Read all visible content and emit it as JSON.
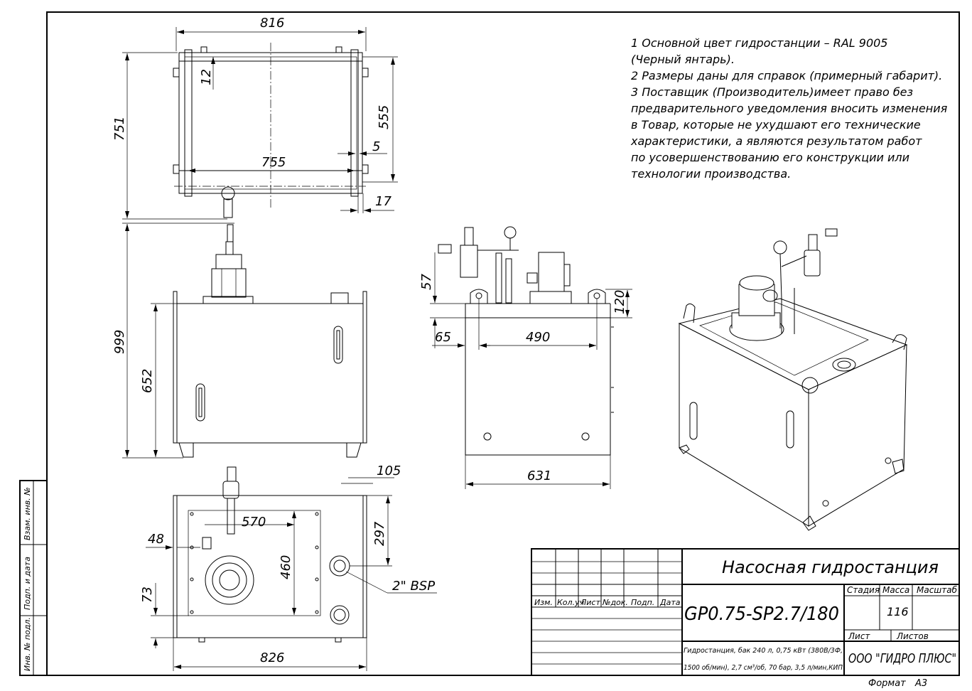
{
  "notes": [
    "1 Основной цвет гидростанции – RAL 9005",
    " (Черный янтарь).",
    "2 Размеры даны для справок (примерный габарит).",
    "3 Поставщик (Производитель)имеет право без",
    "предварительного уведомления вносить изменения",
    "в Товар, которые не ухудшают его технические",
    "характеристики, а являются результатом работ",
    "по усовершенствованию его конструкции или",
    "технологии производства."
  ],
  "dimensions": {
    "top_width": "816",
    "top_height": "751",
    "top_margin": "12",
    "top_depth": "555",
    "top_inner": "755",
    "top_small": "5",
    "top_edge": "17",
    "front_total": "999",
    "front_tank": "652",
    "side_57": "57",
    "side_65": "65",
    "side_490": "490",
    "side_120": "120",
    "side_631": "631",
    "plan_105": "105",
    "plan_570": "570",
    "plan_297": "297",
    "plan_48": "48",
    "plan_460": "460",
    "plan_73": "73",
    "plan_826": "826",
    "plan_bsp": "2\" BSP"
  },
  "side_stamp": [
    "Взам. инв. №",
    "Подп. и дата",
    "Инв. № подл."
  ],
  "title_block": {
    "name": "Насосная гидростанция",
    "code": "GP0.75-SP2.7/180",
    "description_line1": "Гидростанция, бак 240 л, 0,75 кВт (380В/3Ф,",
    "description_line2": "1500 об/мин), 2,7 см³/об, 70 бар, 3,5 л/мин,КИП",
    "col_headers": [
      "Изм.",
      "Кол.уч",
      "Лист",
      "№док.",
      "Подп.",
      "Дата"
    ],
    "stage_label": "Стадия",
    "mass_label": "Масса",
    "scale_label": "Масштаб",
    "mass_value": "116",
    "sheet_label": "Лист",
    "sheets_label": "Листов",
    "company": "ООО \"ГИДРО ПЛЮС\"",
    "format_label": "Формат",
    "format_value": "А3"
  }
}
